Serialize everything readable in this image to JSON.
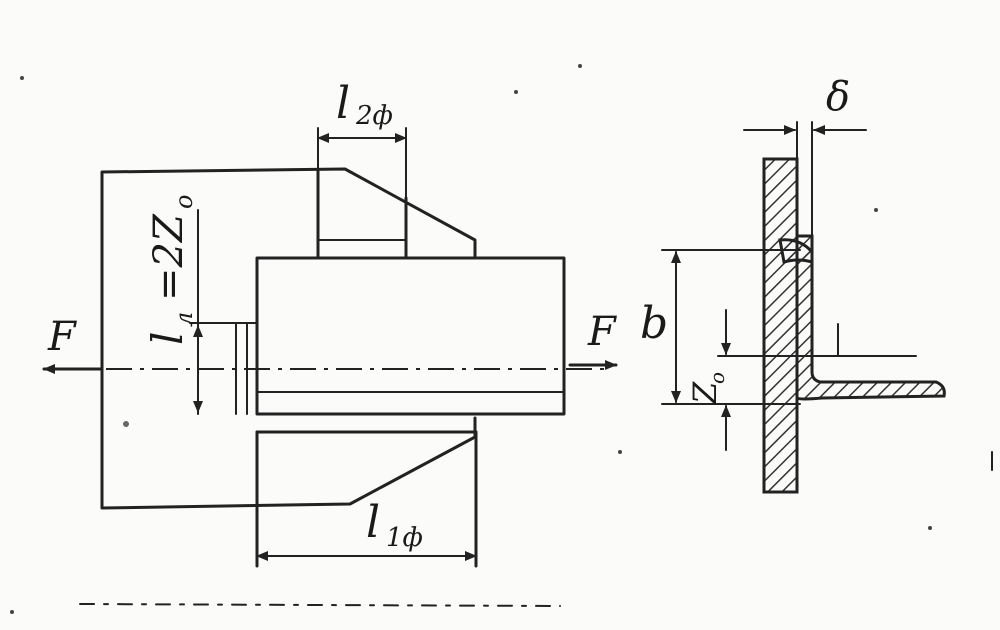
{
  "labels": {
    "force_left": "F",
    "force_right": "F",
    "l2": "l",
    "l2_sub": "2ф",
    "l1": "l",
    "l1_sub": "1ф",
    "lp": "l",
    "lp_sub": "л",
    "lp_eq": "=2Z",
    "lp_eq_sub": "o",
    "delta": "δ",
    "b": "b",
    "z0": "Z",
    "z0_sub": "o"
  }
}
